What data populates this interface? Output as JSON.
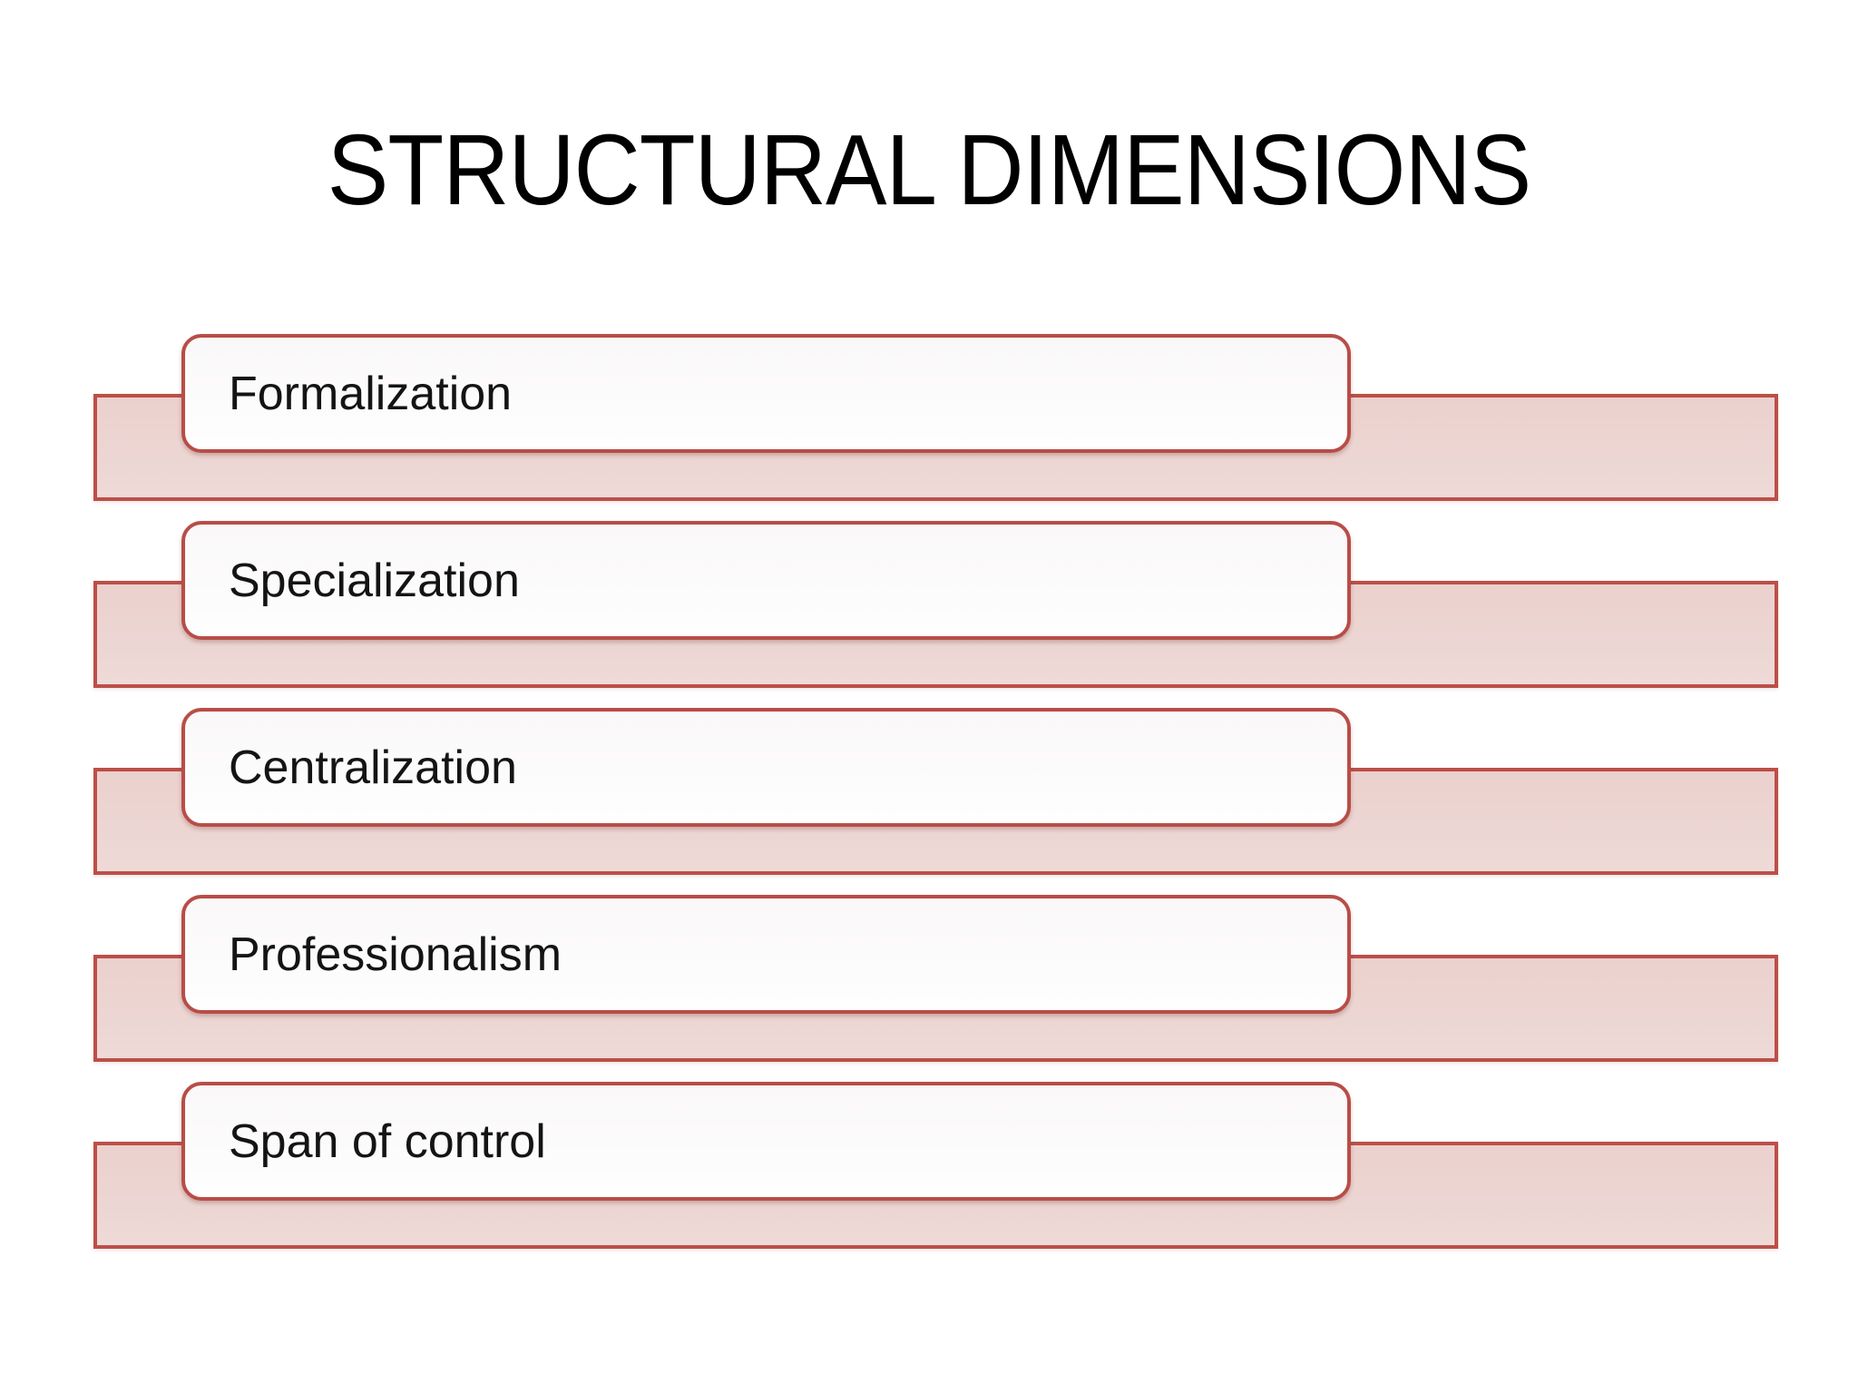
{
  "slide": {
    "title": "STRUCTURAL DIMENSIONS",
    "items": [
      {
        "label": "Formalization"
      },
      {
        "label": "Specialization"
      },
      {
        "label": "Centralization"
      },
      {
        "label": "Professionalism"
      },
      {
        "label": "Span of control"
      }
    ],
    "colors": {
      "accent_border": "#bc4f48",
      "bar_fill": "#ecd5d2",
      "box_fill": "#fdfcfc",
      "title_color": "#000000",
      "label_color": "#141414",
      "background": "#ffffff"
    }
  }
}
